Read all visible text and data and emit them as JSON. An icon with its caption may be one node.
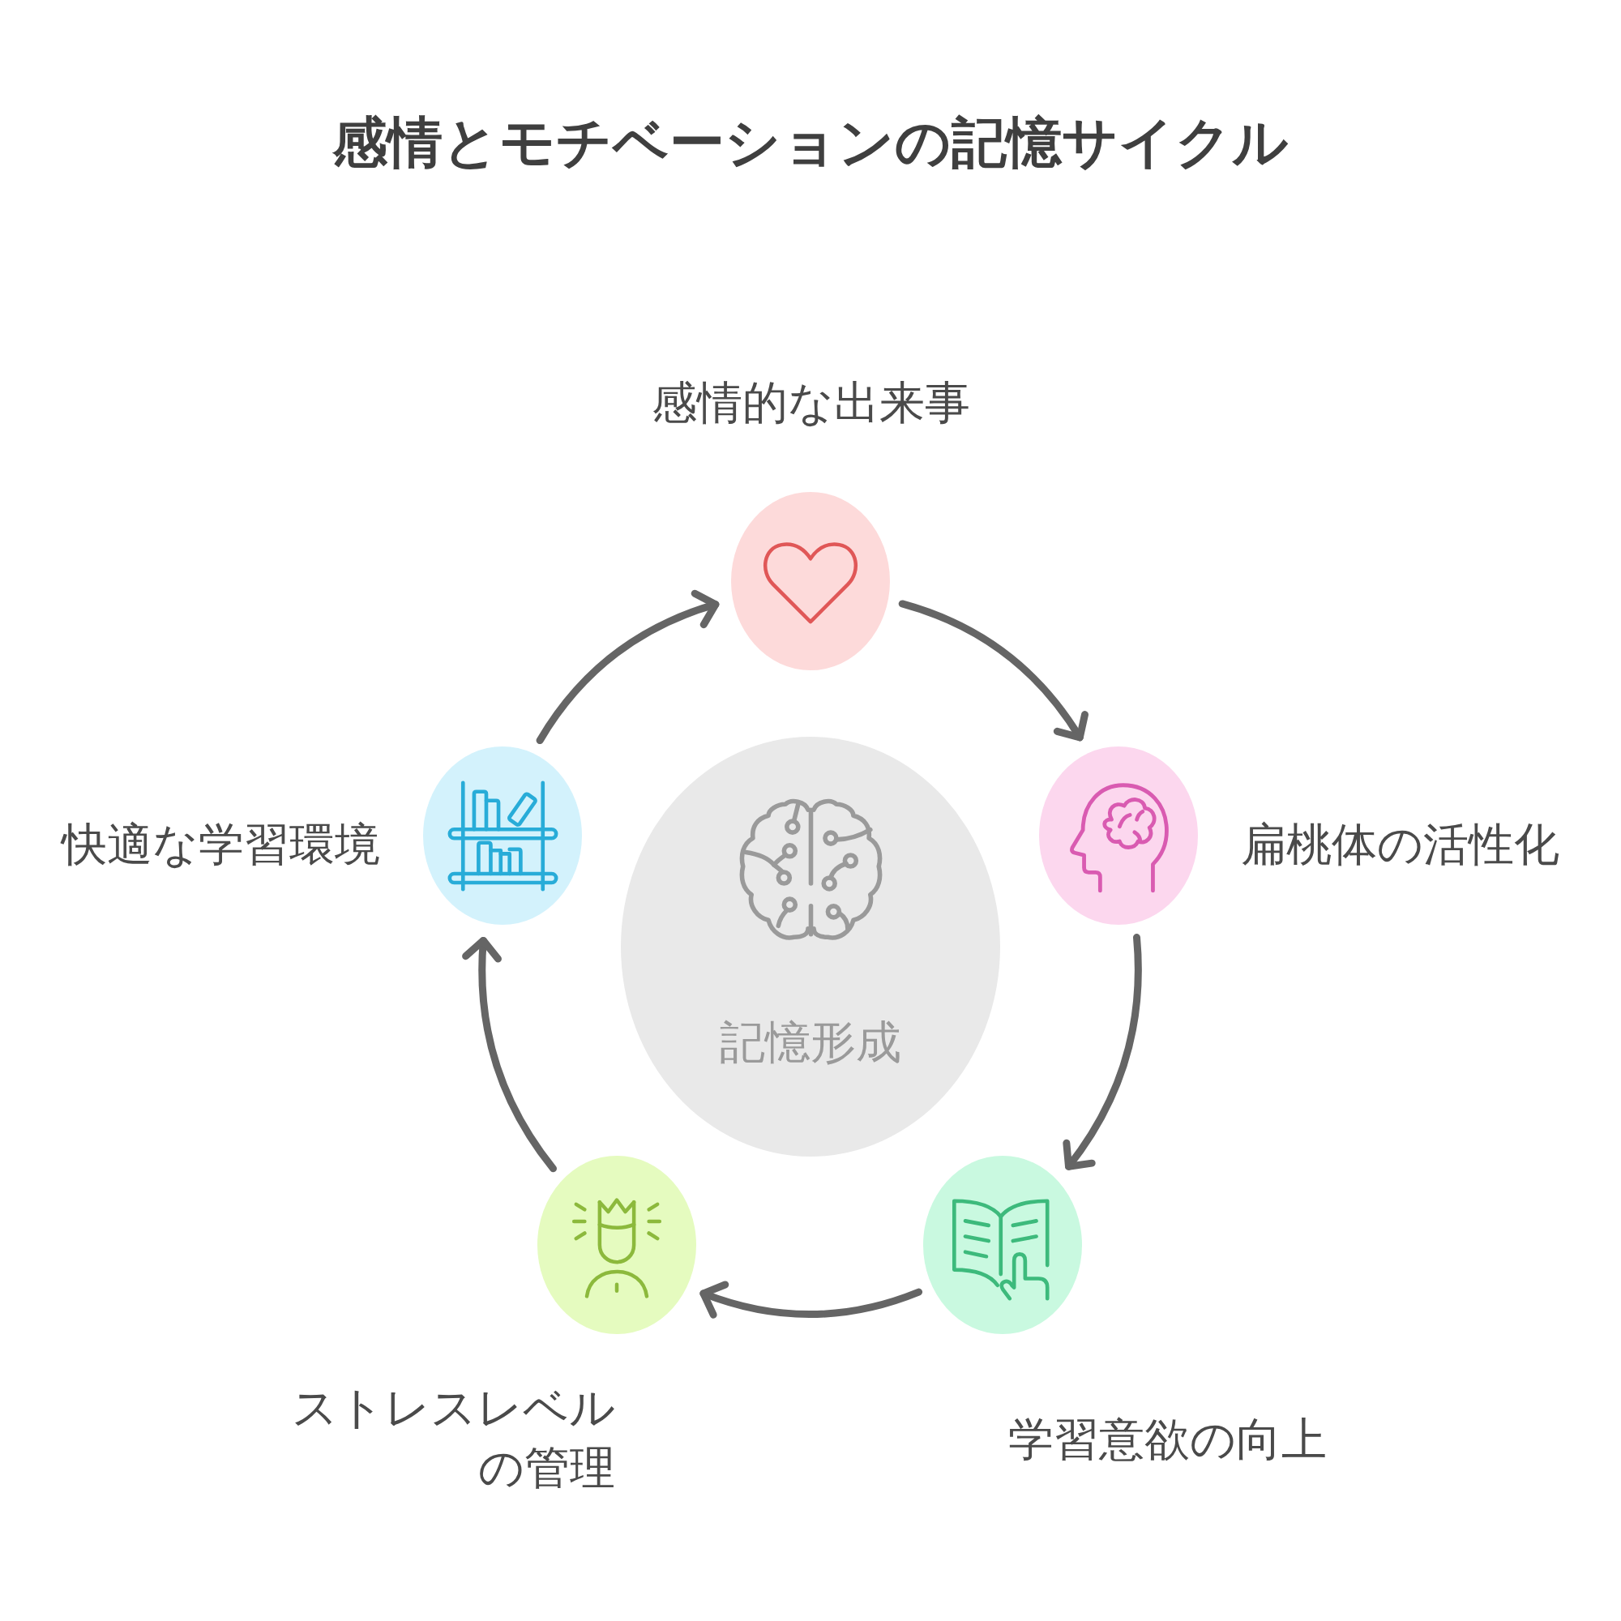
{
  "diagram": {
    "title": "感情とモチベーションの記憶サイクル",
    "nodes": [
      {
        "text": [
          "感情的な出来事"
        ]
      },
      {
        "text": [
          "扁桃体の活性化"
        ]
      },
      {
        "text": [
          "学習意欲の向上"
        ]
      },
      {
        "text": [
          "ストレスレベルの管理"
        ]
      },
      {
        "text": [
          "快適な学習環境"
        ]
      },
      {
        "text": [
          "記憶形成"
        ]
      }
    ],
    "edges": [
      {
        "from": 0,
        "to": 1,
        "arrow": "to"
      },
      {
        "from": 1,
        "to": 2,
        "arrow": "to"
      },
      {
        "from": 2,
        "to": 3,
        "arrow": "to"
      },
      {
        "from": 3,
        "to": 4,
        "arrow": "to"
      },
      {
        "from": 4,
        "to": 0,
        "arrow": "to"
      }
    ]
  }
}
